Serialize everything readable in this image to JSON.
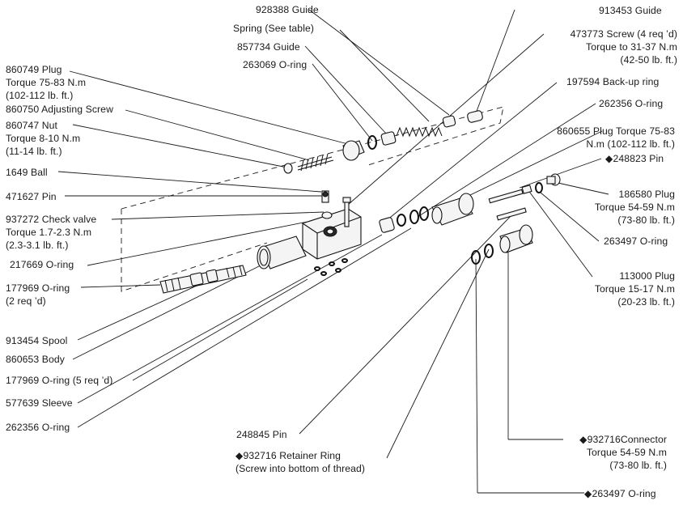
{
  "labels": {
    "guide_928388": "928388 Guide",
    "guide_913453": "913453 Guide",
    "spring": "Spring  (See table)",
    "guide_857734": "857734 Guide",
    "oring_263069": "263069 O-ring",
    "screw_473773": "473773 Screw (4 req   ’d)",
    "screw_473773_torque1": "Torque to 31-37 N.m",
    "screw_473773_torque2": "(42-50 lb. ft.)",
    "plug_860749": "860749 Plug",
    "plug_860749_t1": "Torque 75-83 N.m",
    "plug_860749_t2": "(102-112 lb. ft.)",
    "backup_197594": "197594 Back-up ring",
    "adj_screw_860750": "860750 Adjusting Screw",
    "oring_262356_top": "262356 O-ring",
    "nut_860747": "860747 Nut",
    "nut_860747_t1": "Torque 8-10 N.m",
    "nut_860747_t2": "(11-14 lb. ft.)",
    "plug_860655_t1": "860655 Plug Torque 75-83",
    "plug_860655_t2": "N.m (102-112 lb. ft.)",
    "pin_248823": "◆248823 Pin",
    "ball_1649": "1649 Ball",
    "pin_471627": "471627 Pin",
    "plug_186580": "186580 Plug",
    "plug_186580_t1": "Torque 54-59 N.m",
    "plug_186580_t2": "(73-80 lb. ft.)",
    "check_937272": "937272 Check valve",
    "check_937272_t1": "Torque 1.7-2.3 N.m",
    "check_937272_t2": "(2.3-3.1 lb. ft.)",
    "oring_263497_mid": "263497 O-ring",
    "oring_217669": "217669 O-ring",
    "plug_113000": "113000 Plug",
    "plug_113000_t1": "Torque 15-17 N.m",
    "plug_113000_t2": "(20-23 lb. ft.)",
    "oring_177969_a": "177969 O-ring",
    "oring_177969_a2": "(2 req ’d)",
    "spool_913454": "913454 Spool",
    "body_860653": "860653 Body",
    "oring_177969_b": "177969 O-ring (5 req    ’d)",
    "sleeve_577639": "577639 Sleeve",
    "oring_262356_bot": "262356 O-ring",
    "pin_248845": "248845 Pin",
    "retainer_932716": "◆932716 Retainer Ring",
    "retainer_932716_note": "(Screw into bottom of thread)",
    "connector_932716": "◆932716Connector",
    "connector_932716_t1": "Torque 54-59 N.m",
    "connector_932716_t2": "(73-80 lb. ft.)",
    "oring_263497_bot": "◆263497 O-ring"
  }
}
